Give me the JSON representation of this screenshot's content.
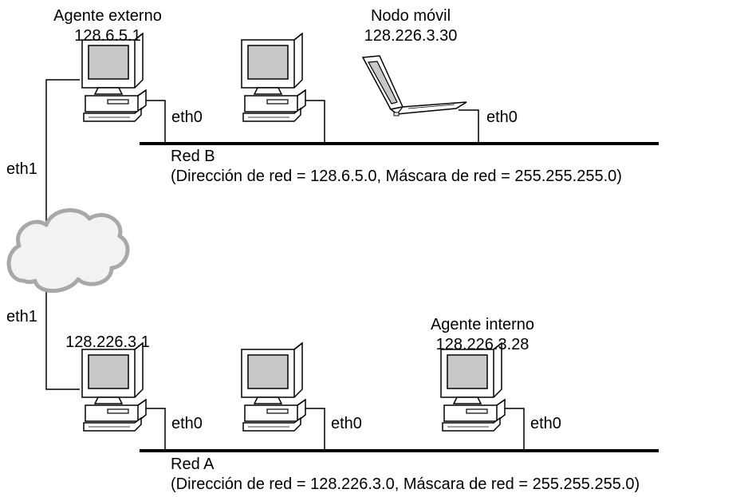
{
  "foreign_agent": {
    "title": "Agente externo",
    "ip": "128.6.5.1"
  },
  "mobile_node": {
    "title": "Nodo móvil",
    "ip": "128.226.3.30"
  },
  "home_router": {
    "ip": "128.226.3.1"
  },
  "home_agent": {
    "title": "Agente interno",
    "ip": "128.226.3.28"
  },
  "interfaces": {
    "eth0": "eth0",
    "eth1": "eth1"
  },
  "network_b": {
    "name": "Red B",
    "details": "(Dirección de red = 128.6.5.0, Máscara de red = 255.255.255.0)"
  },
  "network_a": {
    "name": "Red A",
    "details": "(Dirección de red = 128.226.3.0, Máscara de red = 255.255.255.0)"
  }
}
